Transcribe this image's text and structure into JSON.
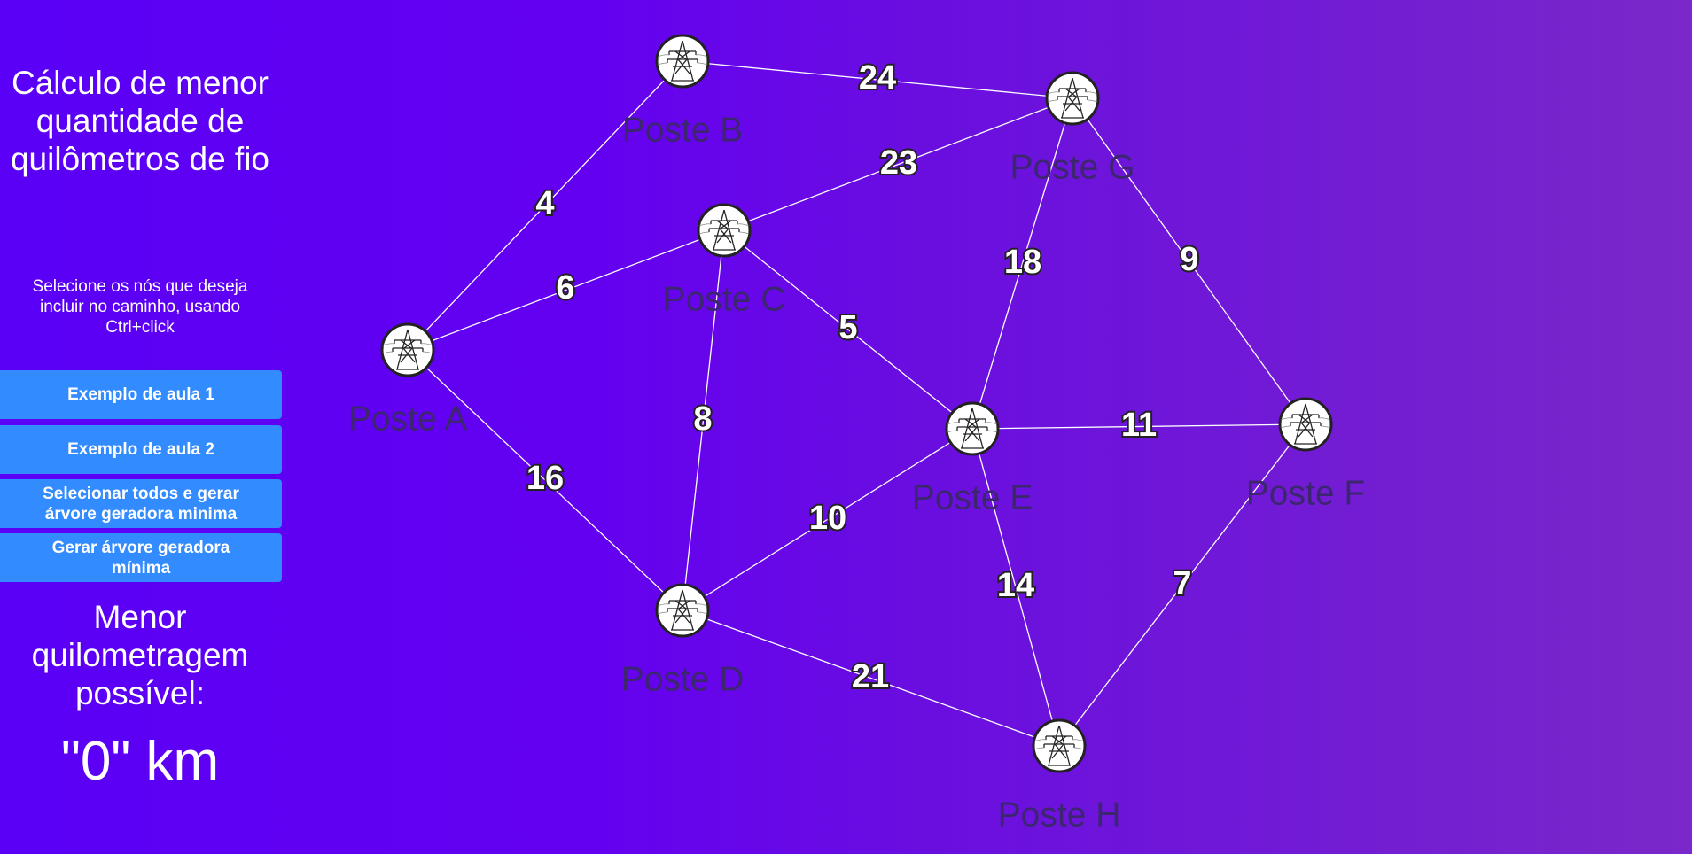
{
  "sidebar": {
    "title": "Cálculo de menor quantidade de quilômetros de fio",
    "instructions": "Selecione os nós que deseja incluir no caminho, usando Ctrl+click",
    "buttons": [
      {
        "label": "Exemplo de aula 1"
      },
      {
        "label": "Exemplo de aula 2"
      },
      {
        "label": "Selecionar todos e gerar árvore geradora minima"
      },
      {
        "label": "Gerar árvore geradora mínima"
      }
    ],
    "result_label": "Menor quilometragem possível:",
    "result_value": "\"0\" km"
  },
  "graph": {
    "node_icon": "power-pylon-icon",
    "nodes": [
      {
        "id": "A",
        "label": "Poste A"
      },
      {
        "id": "B",
        "label": "Poste B"
      },
      {
        "id": "C",
        "label": "Poste C"
      },
      {
        "id": "D",
        "label": "Poste D"
      },
      {
        "id": "E",
        "label": "Poste E"
      },
      {
        "id": "F",
        "label": "Poste F"
      },
      {
        "id": "G",
        "label": "Poste G"
      },
      {
        "id": "H",
        "label": "Poste H"
      }
    ],
    "edges": [
      {
        "from": "A",
        "to": "B",
        "weight": "4"
      },
      {
        "from": "A",
        "to": "C",
        "weight": "6"
      },
      {
        "from": "A",
        "to": "D",
        "weight": "16"
      },
      {
        "from": "B",
        "to": "G",
        "weight": "24"
      },
      {
        "from": "C",
        "to": "G",
        "weight": "23"
      },
      {
        "from": "C",
        "to": "D",
        "weight": "8"
      },
      {
        "from": "C",
        "to": "E",
        "weight": "5"
      },
      {
        "from": "D",
        "to": "E",
        "weight": "10"
      },
      {
        "from": "D",
        "to": "H",
        "weight": "21"
      },
      {
        "from": "E",
        "to": "G",
        "weight": "18"
      },
      {
        "from": "E",
        "to": "F",
        "weight": "11"
      },
      {
        "from": "E",
        "to": "H",
        "weight": "14"
      },
      {
        "from": "G",
        "to": "F",
        "weight": "9"
      },
      {
        "from": "F",
        "to": "H",
        "weight": "7"
      }
    ]
  },
  "colors": {
    "button": "#338cff",
    "node_label": "#3d2670",
    "edge": "#ffffff"
  }
}
